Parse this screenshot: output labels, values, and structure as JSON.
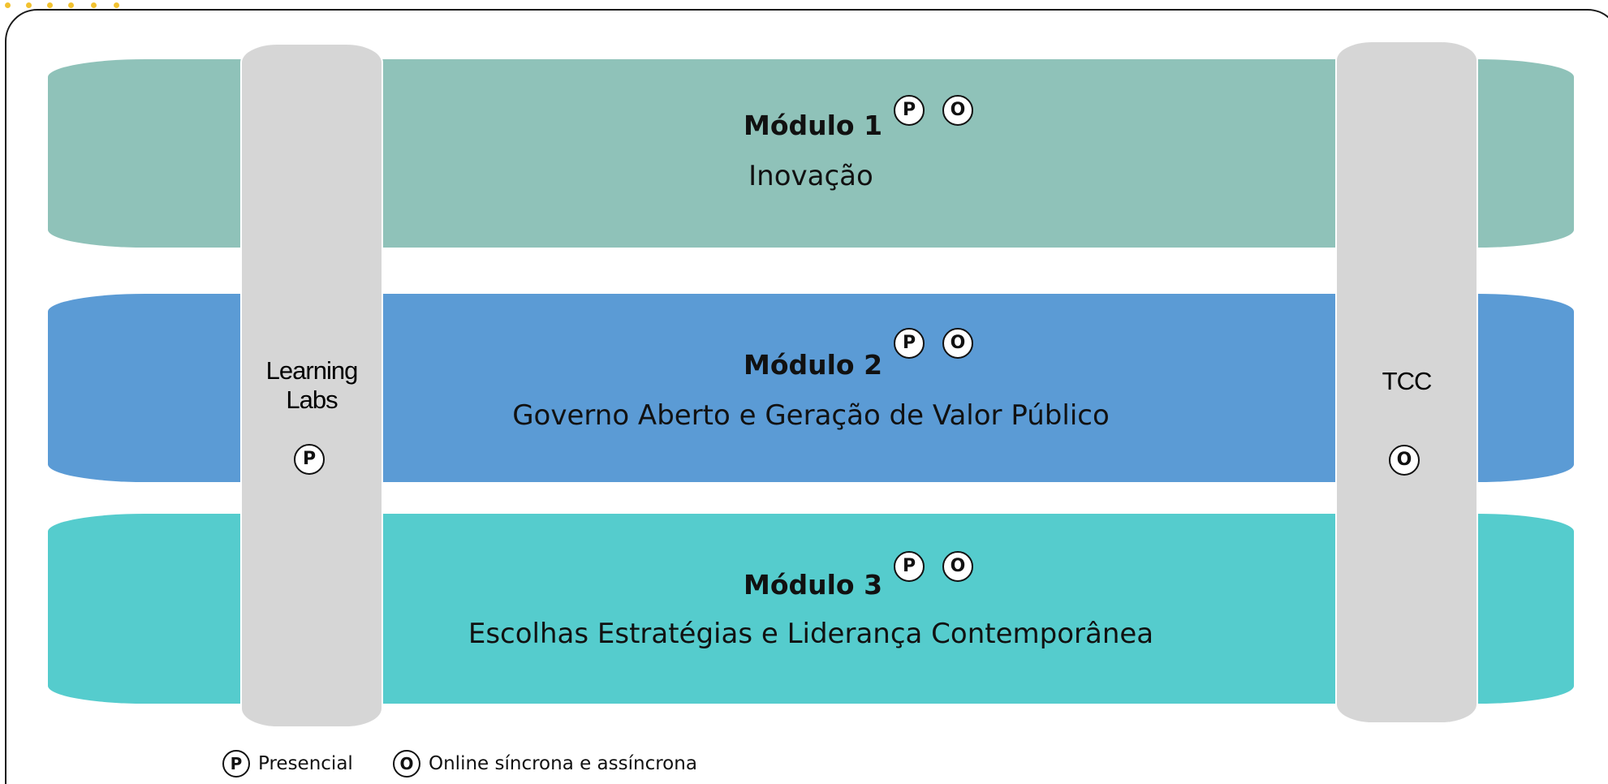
{
  "colors": {
    "module1": "#8fc2b9",
    "module2": "#5b9bd5",
    "module3": "#55cccd",
    "pillar": "#d6d6d6",
    "accent_dots": "#f2c230"
  },
  "modules": [
    {
      "title": "Módulo 1",
      "subtitle": "Inovação",
      "modes": [
        "P",
        "O"
      ]
    },
    {
      "title": "Módulo 2",
      "subtitle": "Governo Aberto e Geração de Valor  Público",
      "modes": [
        "P",
        "O"
      ]
    },
    {
      "title": "Módulo 3",
      "subtitle": "Escolhas Estratégias e Liderança Contemporânea",
      "modes": [
        "P",
        "O"
      ]
    }
  ],
  "pillars": {
    "left": {
      "line1": "Learning",
      "line2": "Labs",
      "mode": "P"
    },
    "right": {
      "line1": "TCC",
      "mode": "O"
    }
  },
  "legend": [
    {
      "symbol": "P",
      "label": "Presencial"
    },
    {
      "symbol": "O",
      "label": "Online síncrona e assíncrona"
    }
  ]
}
